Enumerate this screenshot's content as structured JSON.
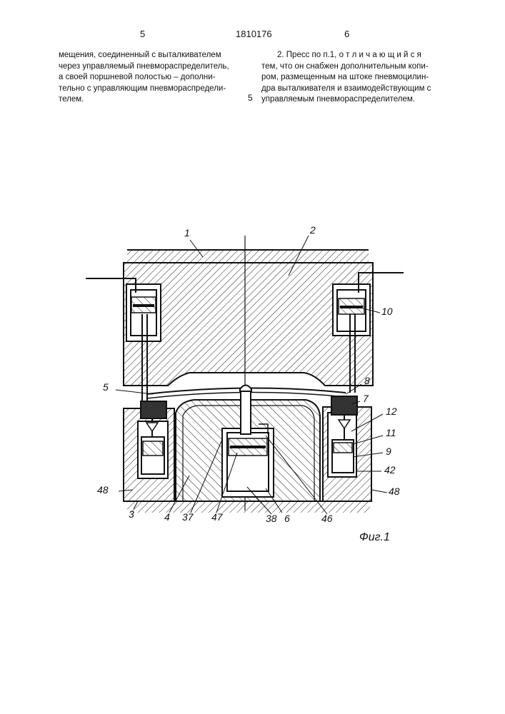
{
  "header": {
    "page_left": "5",
    "patent_number": "1810176",
    "page_right": "6"
  },
  "left_column": {
    "lines": [
      "мещения, соединенный с выталкивателем",
      "через управляемый пневмораспределитель,",
      "а своей поршневой полостью – дополни-",
      "тельно с управляющим пневмораспредели-",
      "телем."
    ]
  },
  "right_column": {
    "lines": [
      "2. Пресс по п.1, о т л и ч а ю щ и й с я",
      "тем, что он снабжен дополнительным копи-",
      "ром, размещенным на штоке пневмоцилин-",
      "дра выталкивателя и взаимодействующим с",
      "управляемым пневмораспределителем."
    ]
  },
  "line_number_marker": "5",
  "figure": {
    "caption": "Фиг.1",
    "callouts": {
      "c1": "1",
      "c2": "2",
      "c3": "3",
      "c4": "4",
      "c5": "5",
      "c6": "6",
      "c7": "7",
      "c8": "8",
      "c9": "9",
      "c10": "10",
      "c11": "11",
      "c12": "12",
      "c37": "37",
      "c38": "38",
      "c42": "42",
      "c46": "46",
      "c47": "47",
      "c48a": "48",
      "c48b": "48"
    }
  }
}
